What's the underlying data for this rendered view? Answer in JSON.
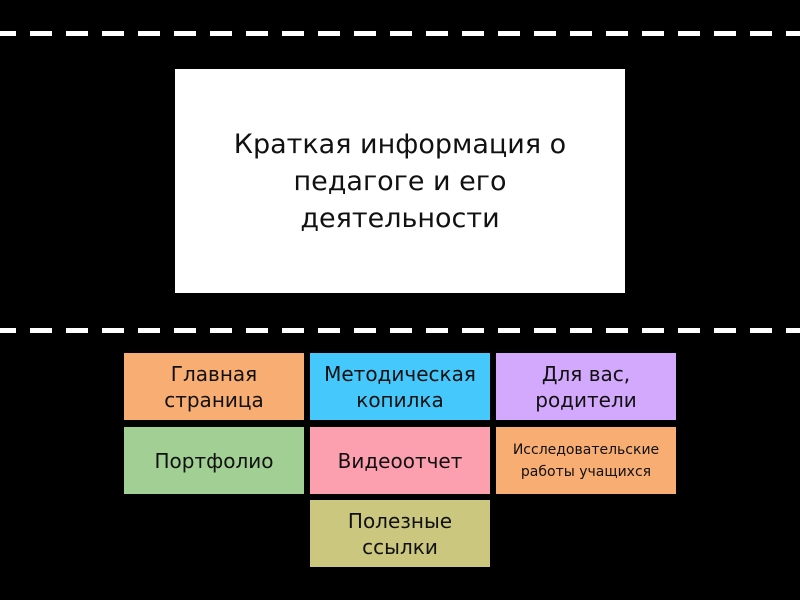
{
  "title": "Краткая информация о педагоге и его деятельности",
  "buttons": [
    {
      "label": "Главная страница",
      "color": "#f8ad72"
    },
    {
      "label": "Методическая копилка",
      "color": "#45c8fb"
    },
    {
      "label": "Для вас, родители",
      "color": "#d2a9fc"
    },
    {
      "label": "Портфолио",
      "color": "#a2cf94"
    },
    {
      "label": "Видеоотчет",
      "color": "#fca0b0"
    },
    {
      "label": "Исследовательские работы учащихся",
      "color": "#f8ad72"
    },
    {
      "label": "Полезные ссылки",
      "color": "#cbc77f"
    }
  ]
}
